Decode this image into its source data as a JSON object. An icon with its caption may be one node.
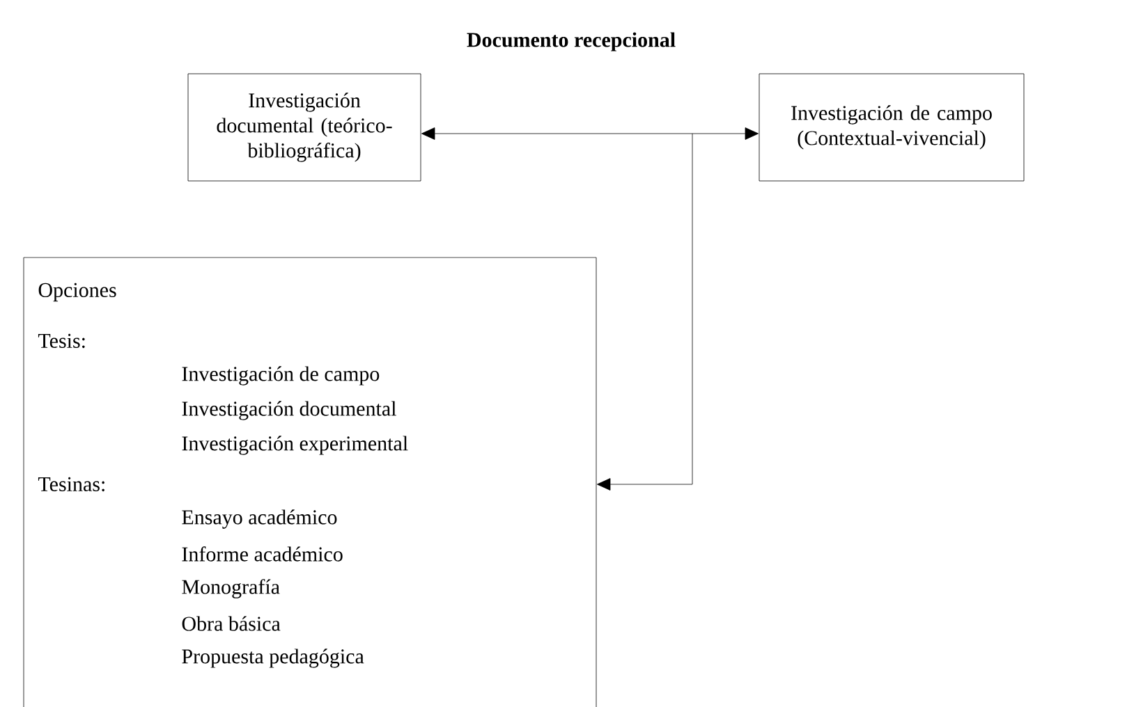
{
  "diagram": {
    "title": "Documento recepcional",
    "nodes": [
      {
        "text": [
          "Investigación documental (teórico-bibliográfica)"
        ]
      },
      {
        "text": [
          "Investigación de campo (Contextual-vivencial)"
        ]
      },
      {
        "text": [
          "Opciones",
          "Tesis:",
          "Investigación de campo",
          "Investigación documental",
          "Investigación experimental",
          "Tesinas:",
          "Ensayo académico",
          "Informe académico",
          "Monografía",
          "Obra básica",
          "Propuesta pedagógica"
        ]
      }
    ],
    "edges": [
      {
        "from": 0,
        "to": 1,
        "arrow": "both"
      },
      {
        "from": null,
        "to": 2,
        "arrow": "to"
      }
    ]
  }
}
